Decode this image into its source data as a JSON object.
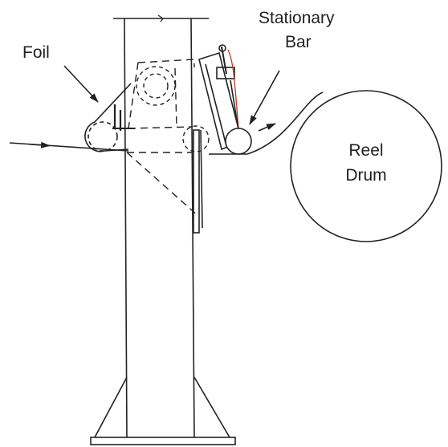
{
  "labels": {
    "foil": "Foil",
    "stationary_line1": "Stationary",
    "stationary_line2": "Bar",
    "reel_line1": "Reel",
    "reel_line2": "Drum"
  },
  "colors": {
    "ink": "#222222",
    "accent": "#c0392b"
  }
}
